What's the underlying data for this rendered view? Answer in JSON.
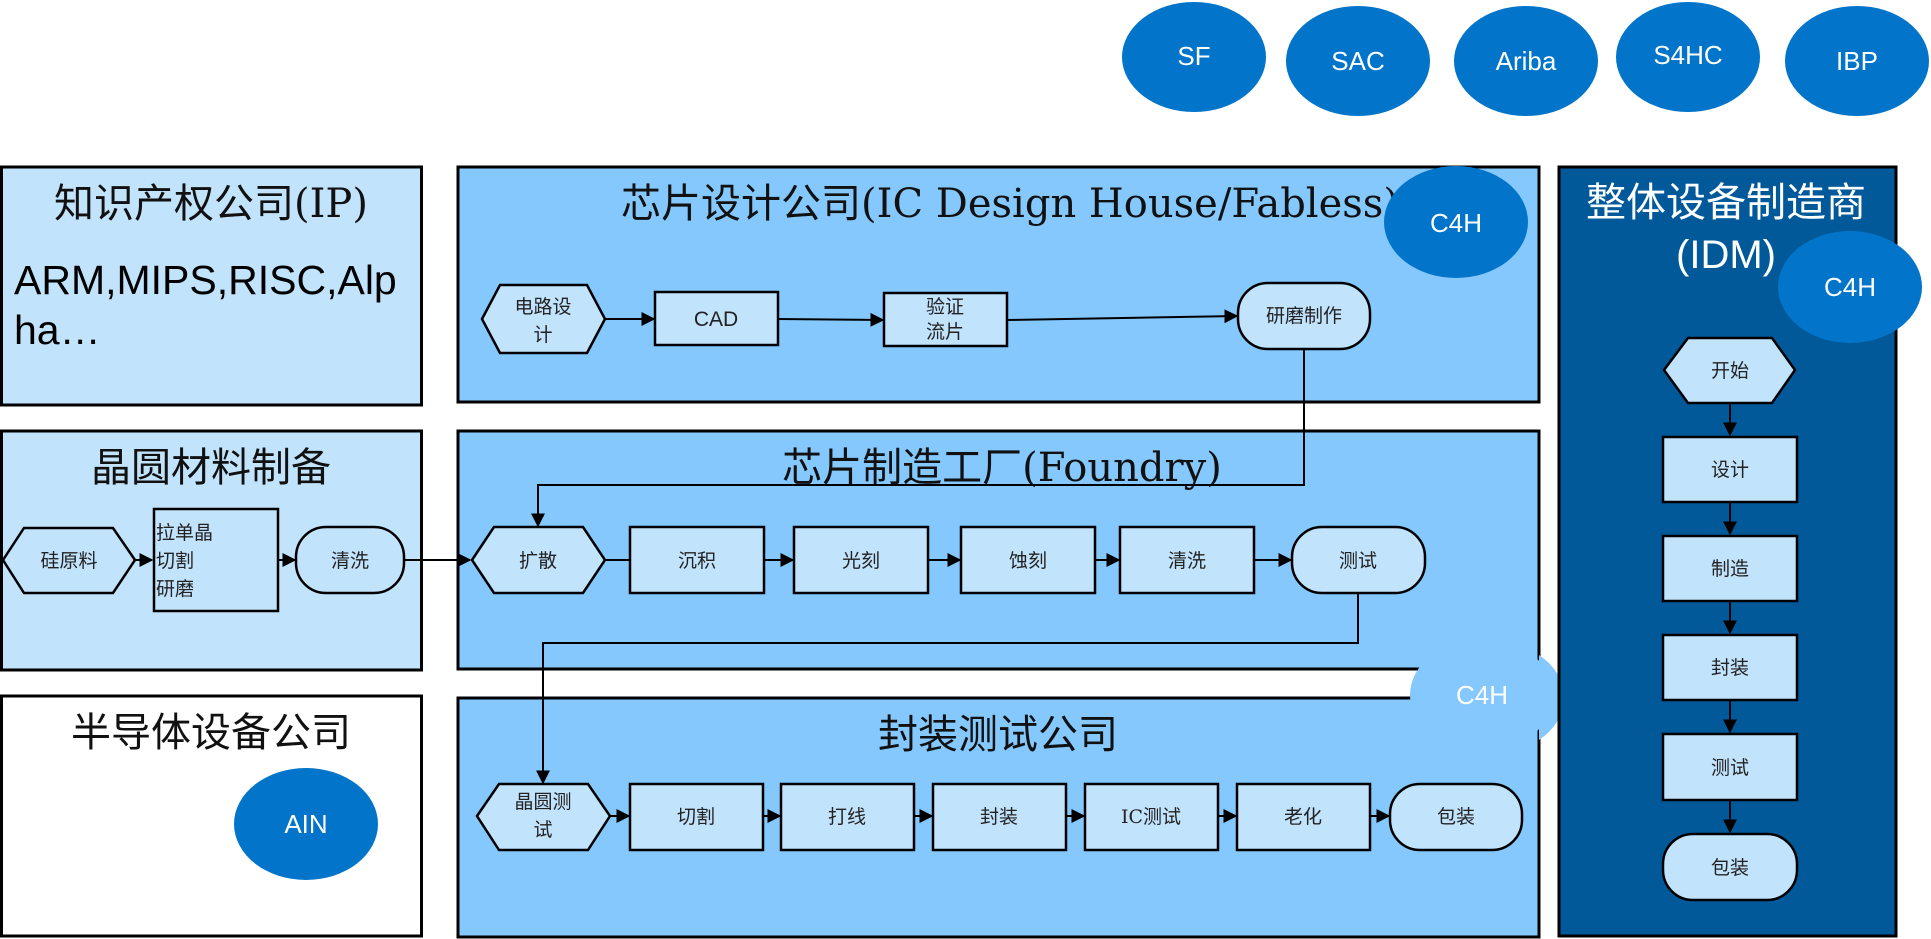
{
  "colors": {
    "light_panel": "#c2e3fc",
    "mid_panel": "#84c8fd",
    "dark_panel": "#01599a",
    "bubble": "#0275ca",
    "bubble_light": "#84c8fd",
    "node_fill": "#c2e3fc"
  },
  "top_bubbles": [
    {
      "label": "SF"
    },
    {
      "label": "SAC"
    },
    {
      "label": "Ariba"
    },
    {
      "label": "S4HC"
    },
    {
      "label": "IBP"
    }
  ],
  "ip_company": {
    "title": "知识产权公司(IP)",
    "body_line1": "ARM,MIPS,RISC,Alp",
    "body_line2": "ha…"
  },
  "design_house": {
    "title": "芯片设计公司(IC Design House/Fabless)",
    "badge": "C4H",
    "steps": [
      {
        "label_line1": "电路设",
        "label_line2": "计",
        "shape": "hexagon"
      },
      {
        "label_line1": "CAD",
        "label_line2": "",
        "shape": "rect"
      },
      {
        "label_line1": "验证",
        "label_line2": "流片",
        "shape": "rect"
      },
      {
        "label_line1": "研磨制作",
        "label_line2": "",
        "shape": "terminal"
      }
    ]
  },
  "wafer_material": {
    "title": "晶圆材料制备",
    "steps": [
      {
        "label": "硅原料",
        "shape": "hexagon"
      },
      {
        "label_lines": [
          "拉单晶",
          "切割",
          "研磨"
        ],
        "shape": "rect"
      },
      {
        "label": "清洗",
        "shape": "terminal"
      }
    ]
  },
  "foundry": {
    "title": "芯片制造工厂(Foundry)",
    "badge": "C4H",
    "steps": [
      {
        "label": "扩散",
        "shape": "hexagon"
      },
      {
        "label": "沉积",
        "shape": "rect"
      },
      {
        "label": "光刻",
        "shape": "rect"
      },
      {
        "label": "蚀刻",
        "shape": "rect"
      },
      {
        "label": "清洗",
        "shape": "rect"
      },
      {
        "label": "测试",
        "shape": "terminal"
      }
    ]
  },
  "semi_equipment": {
    "title": "半导体设备公司",
    "badge": "AIN"
  },
  "packaging_test": {
    "title": "封装测试公司",
    "steps": [
      {
        "label_line1": "晶圆测",
        "label_line2": "试",
        "shape": "hexagon"
      },
      {
        "label_line1": "切割",
        "label_line2": "",
        "shape": "rect"
      },
      {
        "label_line1": "打线",
        "label_line2": "",
        "shape": "rect"
      },
      {
        "label_line1": "封装",
        "label_line2": "",
        "shape": "rect"
      },
      {
        "label_line1": "IC测试",
        "label_line2": "",
        "shape": "rect"
      },
      {
        "label_line1": "老化",
        "label_line2": "",
        "shape": "rect"
      },
      {
        "label_line1": "包装",
        "label_line2": "",
        "shape": "terminal"
      }
    ]
  },
  "idm": {
    "title_line1": "整体设备制造商",
    "title_line2": "(IDM)",
    "badge": "C4H",
    "steps": [
      {
        "label": "开始",
        "shape": "hexagon"
      },
      {
        "label": "设计",
        "shape": "rect"
      },
      {
        "label": "制造",
        "shape": "rect"
      },
      {
        "label": "封装",
        "shape": "rect"
      },
      {
        "label": "测试",
        "shape": "rect"
      },
      {
        "label": "包装",
        "shape": "terminal"
      }
    ]
  }
}
